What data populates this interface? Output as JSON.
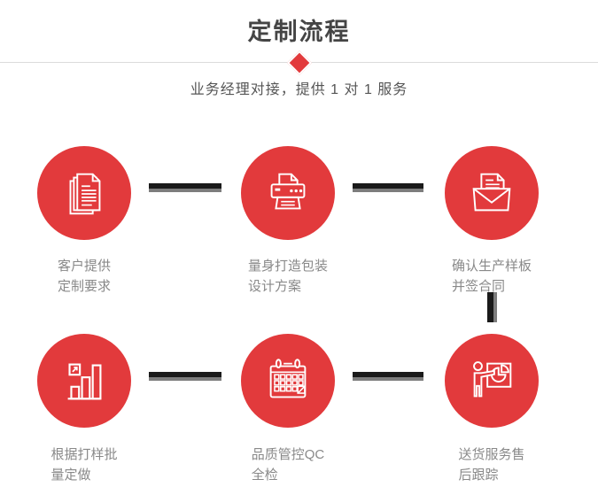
{
  "header": {
    "title": "定制流程",
    "subtitle": "业务经理对接，提供 1 对 1 服务"
  },
  "colors": {
    "accent_red": "#e23a3c",
    "title_gray": "#454545",
    "subtitle_gray": "#555555",
    "label_gray": "#898989",
    "connector_black": "#1a1a1a",
    "connector_gray": "#7d7d7d",
    "divider_gray": "#dcdcdc"
  },
  "steps": [
    {
      "icon": "documents-icon",
      "label_line1": "客户提供",
      "label_line2": "定制要求"
    },
    {
      "icon": "printer-icon",
      "label_line1": "量身打造包装",
      "label_line2": "设计方案"
    },
    {
      "icon": "envelope-icon",
      "label_line1": "确认生产样板",
      "label_line2": "并签合同"
    },
    {
      "icon": "bar-chart-icon",
      "label_line1": "根据打样批",
      "label_line2": "量定做"
    },
    {
      "icon": "calendar-icon",
      "label_line1": "品质管控QC",
      "label_line2": "全检"
    },
    {
      "icon": "presentation-icon",
      "label_line1": "送货服务售",
      "label_line2": "后跟踪"
    }
  ]
}
